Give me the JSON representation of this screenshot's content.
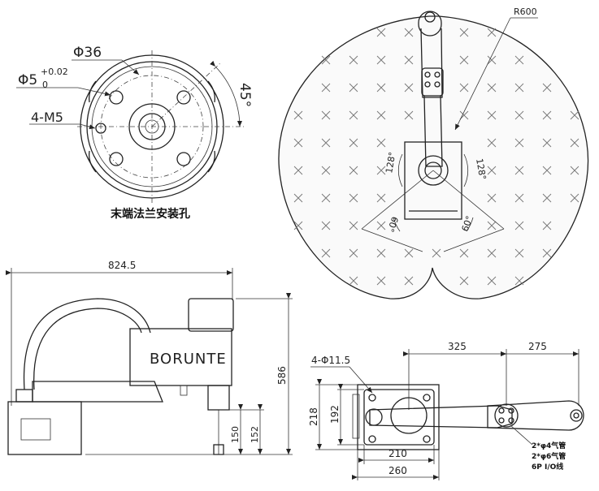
{
  "flange_view": {
    "dim_outer": "Φ36",
    "dim_hole_base": "Φ5",
    "dim_hole_tol_upper": "+0.02",
    "dim_hole_tol_lower": "0",
    "dim_thread": "4-M5",
    "dim_angle": "45°",
    "caption": "末端法兰安装孔"
  },
  "workspace_view": {
    "dim_radius": "R600",
    "angle_left_upper": "128°",
    "angle_right_upper": "128°",
    "angle_left_lower": "60°",
    "angle_right_lower": "60°"
  },
  "side_view": {
    "dim_length": "824.5",
    "dim_height": "586",
    "dim_stroke": "150",
    "dim_stroke2": "152",
    "brand_label": "BORUNTE"
  },
  "top_view": {
    "dim_arm1": "325",
    "dim_arm2": "275",
    "dim_holes": "4-Φ11.5",
    "dim_base_h1": "218",
    "dim_base_h2": "192",
    "dim_base_w1": "210",
    "dim_base_w2": "260",
    "note_line1": "2*φ4气管",
    "note_line2": "2*φ6气管",
    "note_line3": "6P I/O线"
  }
}
